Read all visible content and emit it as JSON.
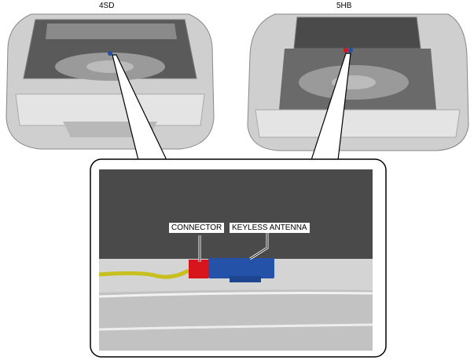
{
  "views": {
    "left_label": "4SD",
    "right_label": "5HB"
  },
  "callouts": {
    "connector": "CONNECTOR",
    "antenna": "KEYLESS ANTENNA"
  },
  "colors": {
    "connector": "#d8141c",
    "antenna": "#2452a8",
    "harness": "#d8d020",
    "background_panel": "#4a4a4a"
  }
}
